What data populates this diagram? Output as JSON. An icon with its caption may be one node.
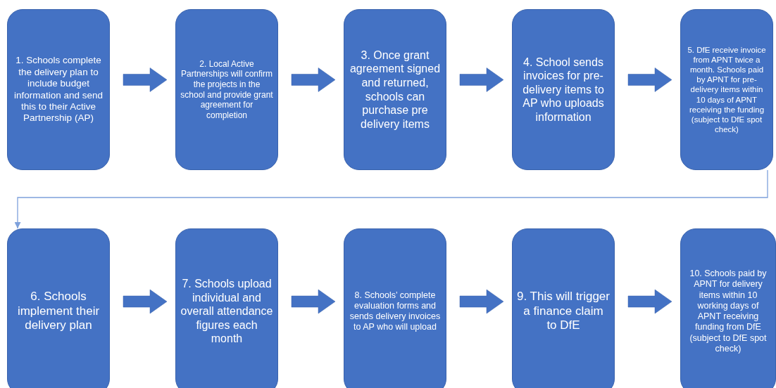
{
  "diagram": {
    "nodes": [
      {
        "text": [
          "1. Schools complete the delivery plan to include budget information and send this to their Active Partnership (AP)"
        ]
      },
      {
        "text": [
          "2. Local Active Partnerships will confirm the projects in the school and provide grant agreement for completion"
        ]
      },
      {
        "text": [
          "3. Once grant agreement signed and returned, schools can purchase pre delivery items"
        ]
      },
      {
        "text": [
          "4. School sends invoices for pre-delivery items to AP who uploads information"
        ]
      },
      {
        "text": [
          "5. DfE receive invoice from APNT twice a month. Schools paid by APNT for pre-delivery items within 10 days of APNT receiving the funding (subject to DfE spot check)"
        ]
      },
      {
        "text": [
          "6. Schools implement their delivery plan"
        ]
      },
      {
        "text": [
          "7. Schools upload individual and overall attendance figures each month"
        ]
      },
      {
        "text": [
          "8. Schools’ complete evaluation forms and sends delivery invoices to AP who will upload"
        ]
      },
      {
        "text": [
          "9. This will trigger a finance claim to DfE"
        ]
      },
      {
        "text": [
          "10. Schools paid by APNT for delivery items within 10 working days of APNT receiving funding from DfE (subject to DfE spot check)"
        ]
      }
    ],
    "edges": [
      {
        "from": 0,
        "to": 1,
        "arrow": "to",
        "style": "thick"
      },
      {
        "from": 1,
        "to": 2,
        "arrow": "to",
        "style": "thick"
      },
      {
        "from": 2,
        "to": 3,
        "arrow": "to",
        "style": "thick"
      },
      {
        "from": 3,
        "to": 4,
        "arrow": "to",
        "style": "thick"
      },
      {
        "from": 4,
        "to": 5,
        "arrow": "to",
        "color": "#7ea1dc"
      },
      {
        "from": 5,
        "to": 6,
        "arrow": "to",
        "style": "thick"
      },
      {
        "from": 6,
        "to": 7,
        "arrow": "to",
        "style": "thick"
      },
      {
        "from": 7,
        "to": 8,
        "arrow": "to",
        "style": "thick"
      },
      {
        "from": 8,
        "to": 9,
        "arrow": "to",
        "style": "thick"
      }
    ]
  }
}
